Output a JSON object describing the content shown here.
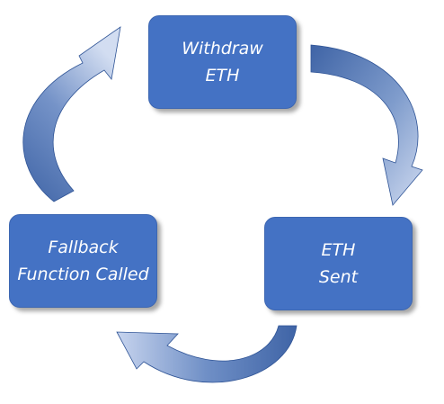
{
  "diagram": {
    "nodes": [
      {
        "id": "withdraw",
        "lines": [
          "Withdraw",
          "ETH"
        ]
      },
      {
        "id": "sent",
        "lines": [
          "ETH",
          "Sent"
        ]
      },
      {
        "id": "fallback",
        "lines": [
          "Fallback",
          "Function Called"
        ]
      }
    ],
    "edges": [
      {
        "from": "withdraw",
        "to": "sent"
      },
      {
        "from": "sent",
        "to": "fallback"
      },
      {
        "from": "fallback",
        "to": "withdraw"
      }
    ],
    "colors": {
      "box_fill": "#4472c4",
      "box_text": "#ffffff",
      "arrow_dark": "#3b5f9e",
      "arrow_light": "#c9d6ee"
    }
  }
}
